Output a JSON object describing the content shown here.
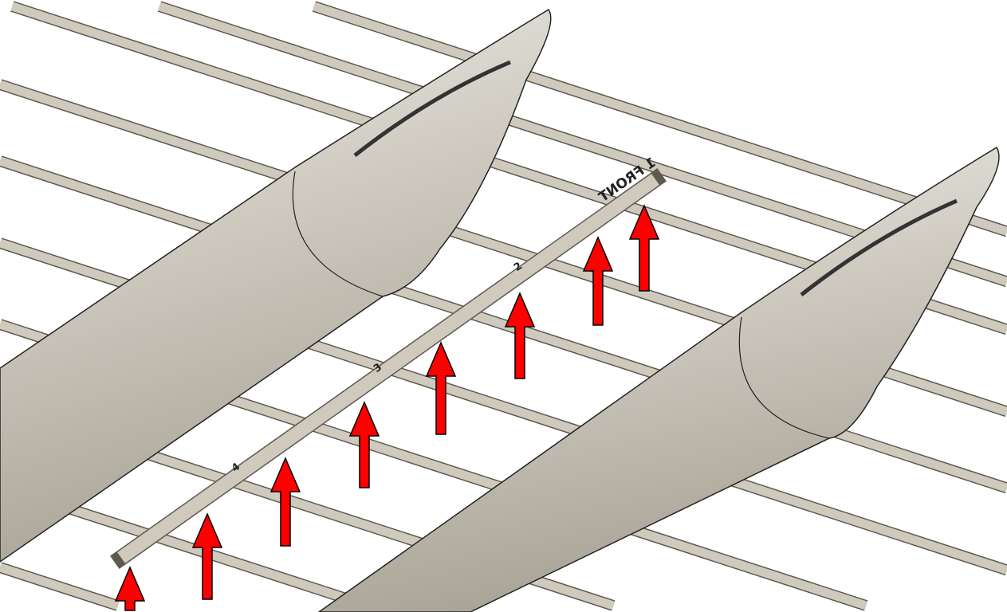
{
  "diagram": {
    "beam_labels": {
      "front": "1 FRONT",
      "two": "2",
      "three": "3",
      "four": "4"
    },
    "colors": {
      "frame": "#cfcabd",
      "frame_edge": "#5e5a50",
      "pontoon": "#d8d5cc",
      "arrow": "#ff0000"
    }
  }
}
